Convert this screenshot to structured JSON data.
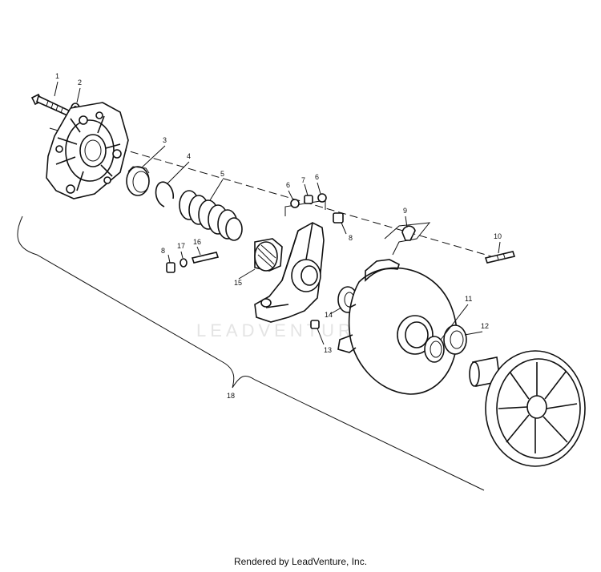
{
  "watermark": "LEADVENTURE",
  "footer": "Rendered by LeadVenture, Inc.",
  "callouts": [
    "1",
    "2",
    "3",
    "4",
    "5",
    "6",
    "7",
    "6",
    "8",
    "9",
    "10",
    "8",
    "17",
    "16",
    "15",
    "14",
    "11",
    "12",
    "13",
    "18"
  ]
}
